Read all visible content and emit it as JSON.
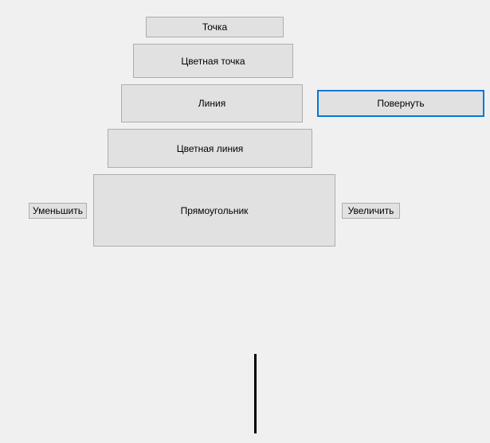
{
  "buttons": {
    "point": "Точка",
    "colored_point": "Цветная точка",
    "line": "Линия",
    "rotate": "Повернуть",
    "colored_line": "Цветная линия",
    "rectangle": "Прямоугольник",
    "decrease": "Уменьшить",
    "increase": "Увеличить"
  },
  "canvas": {
    "shape": "vertical-line",
    "color": "#000000"
  }
}
